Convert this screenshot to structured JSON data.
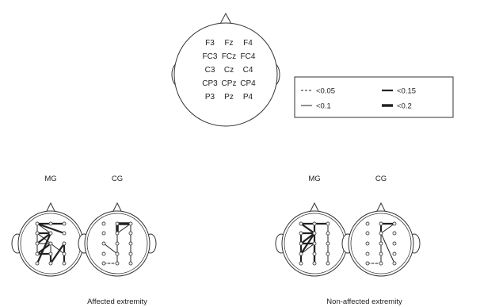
{
  "reference_head": {
    "labels": [
      [
        "F3",
        "Fz",
        "F4"
      ],
      [
        "FC3",
        "FCz",
        "FC4"
      ],
      [
        "C3",
        "Cz",
        "C4"
      ],
      [
        "CP3",
        "CPz",
        "CP4"
      ],
      [
        "P3",
        "Pz",
        "P4"
      ]
    ]
  },
  "legend": {
    "items": [
      {
        "label": "<0.05",
        "style": "dashed"
      },
      {
        "label": "<0.15",
        "style": "thick"
      },
      {
        "label": "<0.1",
        "style": "solid"
      },
      {
        "label": "<0.2",
        "style": "thickest"
      }
    ]
  },
  "panels": [
    {
      "caption": "Affected extremity",
      "heads": [
        {
          "label": "MG",
          "connections": [
            {
              "from": "F3",
              "to": "F4",
              "style": "thick"
            },
            {
              "from": "F3",
              "to": "FCz",
              "style": "solid"
            },
            {
              "from": "F3",
              "to": "FC4",
              "style": "thick"
            },
            {
              "from": "FC3",
              "to": "FCz",
              "style": "thick"
            },
            {
              "from": "FCz",
              "to": "C3",
              "style": "thick"
            },
            {
              "from": "C3",
              "to": "Cz",
              "style": "solid"
            },
            {
              "from": "FC3",
              "to": "CP4",
              "style": "solid"
            },
            {
              "from": "Cz",
              "to": "CP3",
              "style": "thick"
            },
            {
              "from": "CP3",
              "to": "CPz",
              "style": "thick"
            },
            {
              "from": "FCz",
              "to": "P3",
              "style": "thick"
            },
            {
              "from": "Cz",
              "to": "CPz",
              "style": "solid"
            },
            {
              "from": "CPz",
              "to": "Pz",
              "style": "thick"
            },
            {
              "from": "C4",
              "to": "Pz",
              "style": "thick"
            },
            {
              "from": "C4",
              "to": "P4",
              "style": "thick"
            },
            {
              "from": "F3",
              "to": "CP3",
              "style": "solid"
            }
          ]
        },
        {
          "label": "CG",
          "connections": [
            {
              "from": "Fz",
              "to": "F4",
              "style": "thickest"
            },
            {
              "from": "Fz",
              "to": "FCz",
              "style": "thickest"
            },
            {
              "from": "FCz",
              "to": "F4",
              "style": "solid"
            },
            {
              "from": "FCz",
              "to": "Pz",
              "style": "solid"
            },
            {
              "from": "F4",
              "to": "P4",
              "style": "solid"
            },
            {
              "from": "C3",
              "to": "CPz",
              "style": "solid"
            },
            {
              "from": "P3",
              "to": "Pz",
              "style": "dashed"
            }
          ]
        }
      ]
    },
    {
      "caption": "Non-affected extremity",
      "heads": [
        {
          "label": "MG",
          "connections": [
            {
              "from": "F3",
              "to": "F4",
              "style": "thick"
            },
            {
              "from": "F3",
              "to": "FCz",
              "style": "thick"
            },
            {
              "from": "FC3",
              "to": "FCz",
              "style": "thick"
            },
            {
              "from": "FCz",
              "to": "C3",
              "style": "thick"
            },
            {
              "from": "C3",
              "to": "Cz",
              "style": "thick"
            },
            {
              "from": "FCz",
              "to": "CP3",
              "style": "thick"
            },
            {
              "from": "Cz",
              "to": "CP3",
              "style": "solid"
            },
            {
              "from": "FC3",
              "to": "P3",
              "style": "thick"
            },
            {
              "from": "Fz",
              "to": "Pz",
              "style": "thick"
            },
            {
              "from": "FCz",
              "to": "Pz",
              "style": "solid"
            },
            {
              "from": "Cz",
              "to": "Pz",
              "style": "thick"
            },
            {
              "from": "F4",
              "to": "C4",
              "style": "solid"
            },
            {
              "from": "C4",
              "to": "P4",
              "style": "solid"
            },
            {
              "from": "FC4",
              "to": "CP4",
              "style": "solid"
            },
            {
              "from": "FC3",
              "to": "CP3",
              "style": "solid"
            }
          ]
        },
        {
          "label": "CG",
          "connections": [
            {
              "from": "Fz",
              "to": "F4",
              "style": "thick"
            },
            {
              "from": "Fz",
              "to": "FCz",
              "style": "thick"
            },
            {
              "from": "F4",
              "to": "FCz",
              "style": "solid"
            },
            {
              "from": "FCz",
              "to": "Pz",
              "style": "solid"
            },
            {
              "from": "FCz",
              "to": "P4",
              "style": "solid"
            },
            {
              "from": "P3",
              "to": "Pz",
              "style": "dashed"
            }
          ]
        }
      ]
    }
  ]
}
